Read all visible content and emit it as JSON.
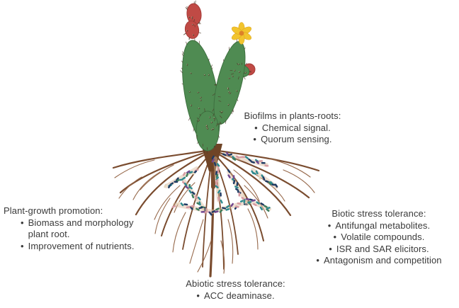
{
  "figure": {
    "background": "#ffffff",
    "subject": "Cactus plant with root system colonized by bacterial biofilms"
  },
  "annotations": {
    "biofilms": {
      "title": "Biofilms in plants-roots:",
      "bullets": [
        "Chemical signal.",
        "Quorum sensing."
      ]
    },
    "plant_growth": {
      "title": "Plant-growth promotion:",
      "bullets": [
        "Biomass and morphology plant root.",
        "Improvement of nutrients."
      ]
    },
    "biotic": {
      "title": "Biotic stress tolerance:",
      "bullets": [
        "Antifungal metabolites.",
        "Volatile compounds.",
        "ISR and SAR elicitors.",
        "Antagonism and competition"
      ]
    },
    "abiotic": {
      "title": "Abiotic stress tolerance:",
      "bullets": [
        "ACC deaminase."
      ]
    }
  },
  "illustration": {
    "elements": [
      "prickly-pear-cactus",
      "red-cactus-fruits",
      "yellow-cactus-flower",
      "root-system",
      "bacterial-biofilm-clusters"
    ],
    "colors": {
      "cactus_green": "#4f8b52",
      "cactus_outline": "#3e7040",
      "fruit_red": "#c04a45",
      "fruit_outline": "#a53c39",
      "flower_yellow": "#f2c42e",
      "flower_center": "#dd8128",
      "root_brown": "#7a4c2f",
      "root_light": "#96684a",
      "crown_brown": "#6f4426",
      "spine_dark": "#4e3a28",
      "areole_light": "#ece1c6",
      "biofilm_underlay": "#d9b89a",
      "text": "#3a3a3a",
      "biofilm_palette": [
        "#1e3a63",
        "#2e8a8f",
        "#1e3a63",
        "#70478f",
        "#d69aa2",
        "#2e8a8f",
        "#e5d7bf",
        "#1e3a63",
        "#3d7d5c",
        "#2e8a8f",
        "#70478f",
        "#d69aa2"
      ]
    }
  }
}
